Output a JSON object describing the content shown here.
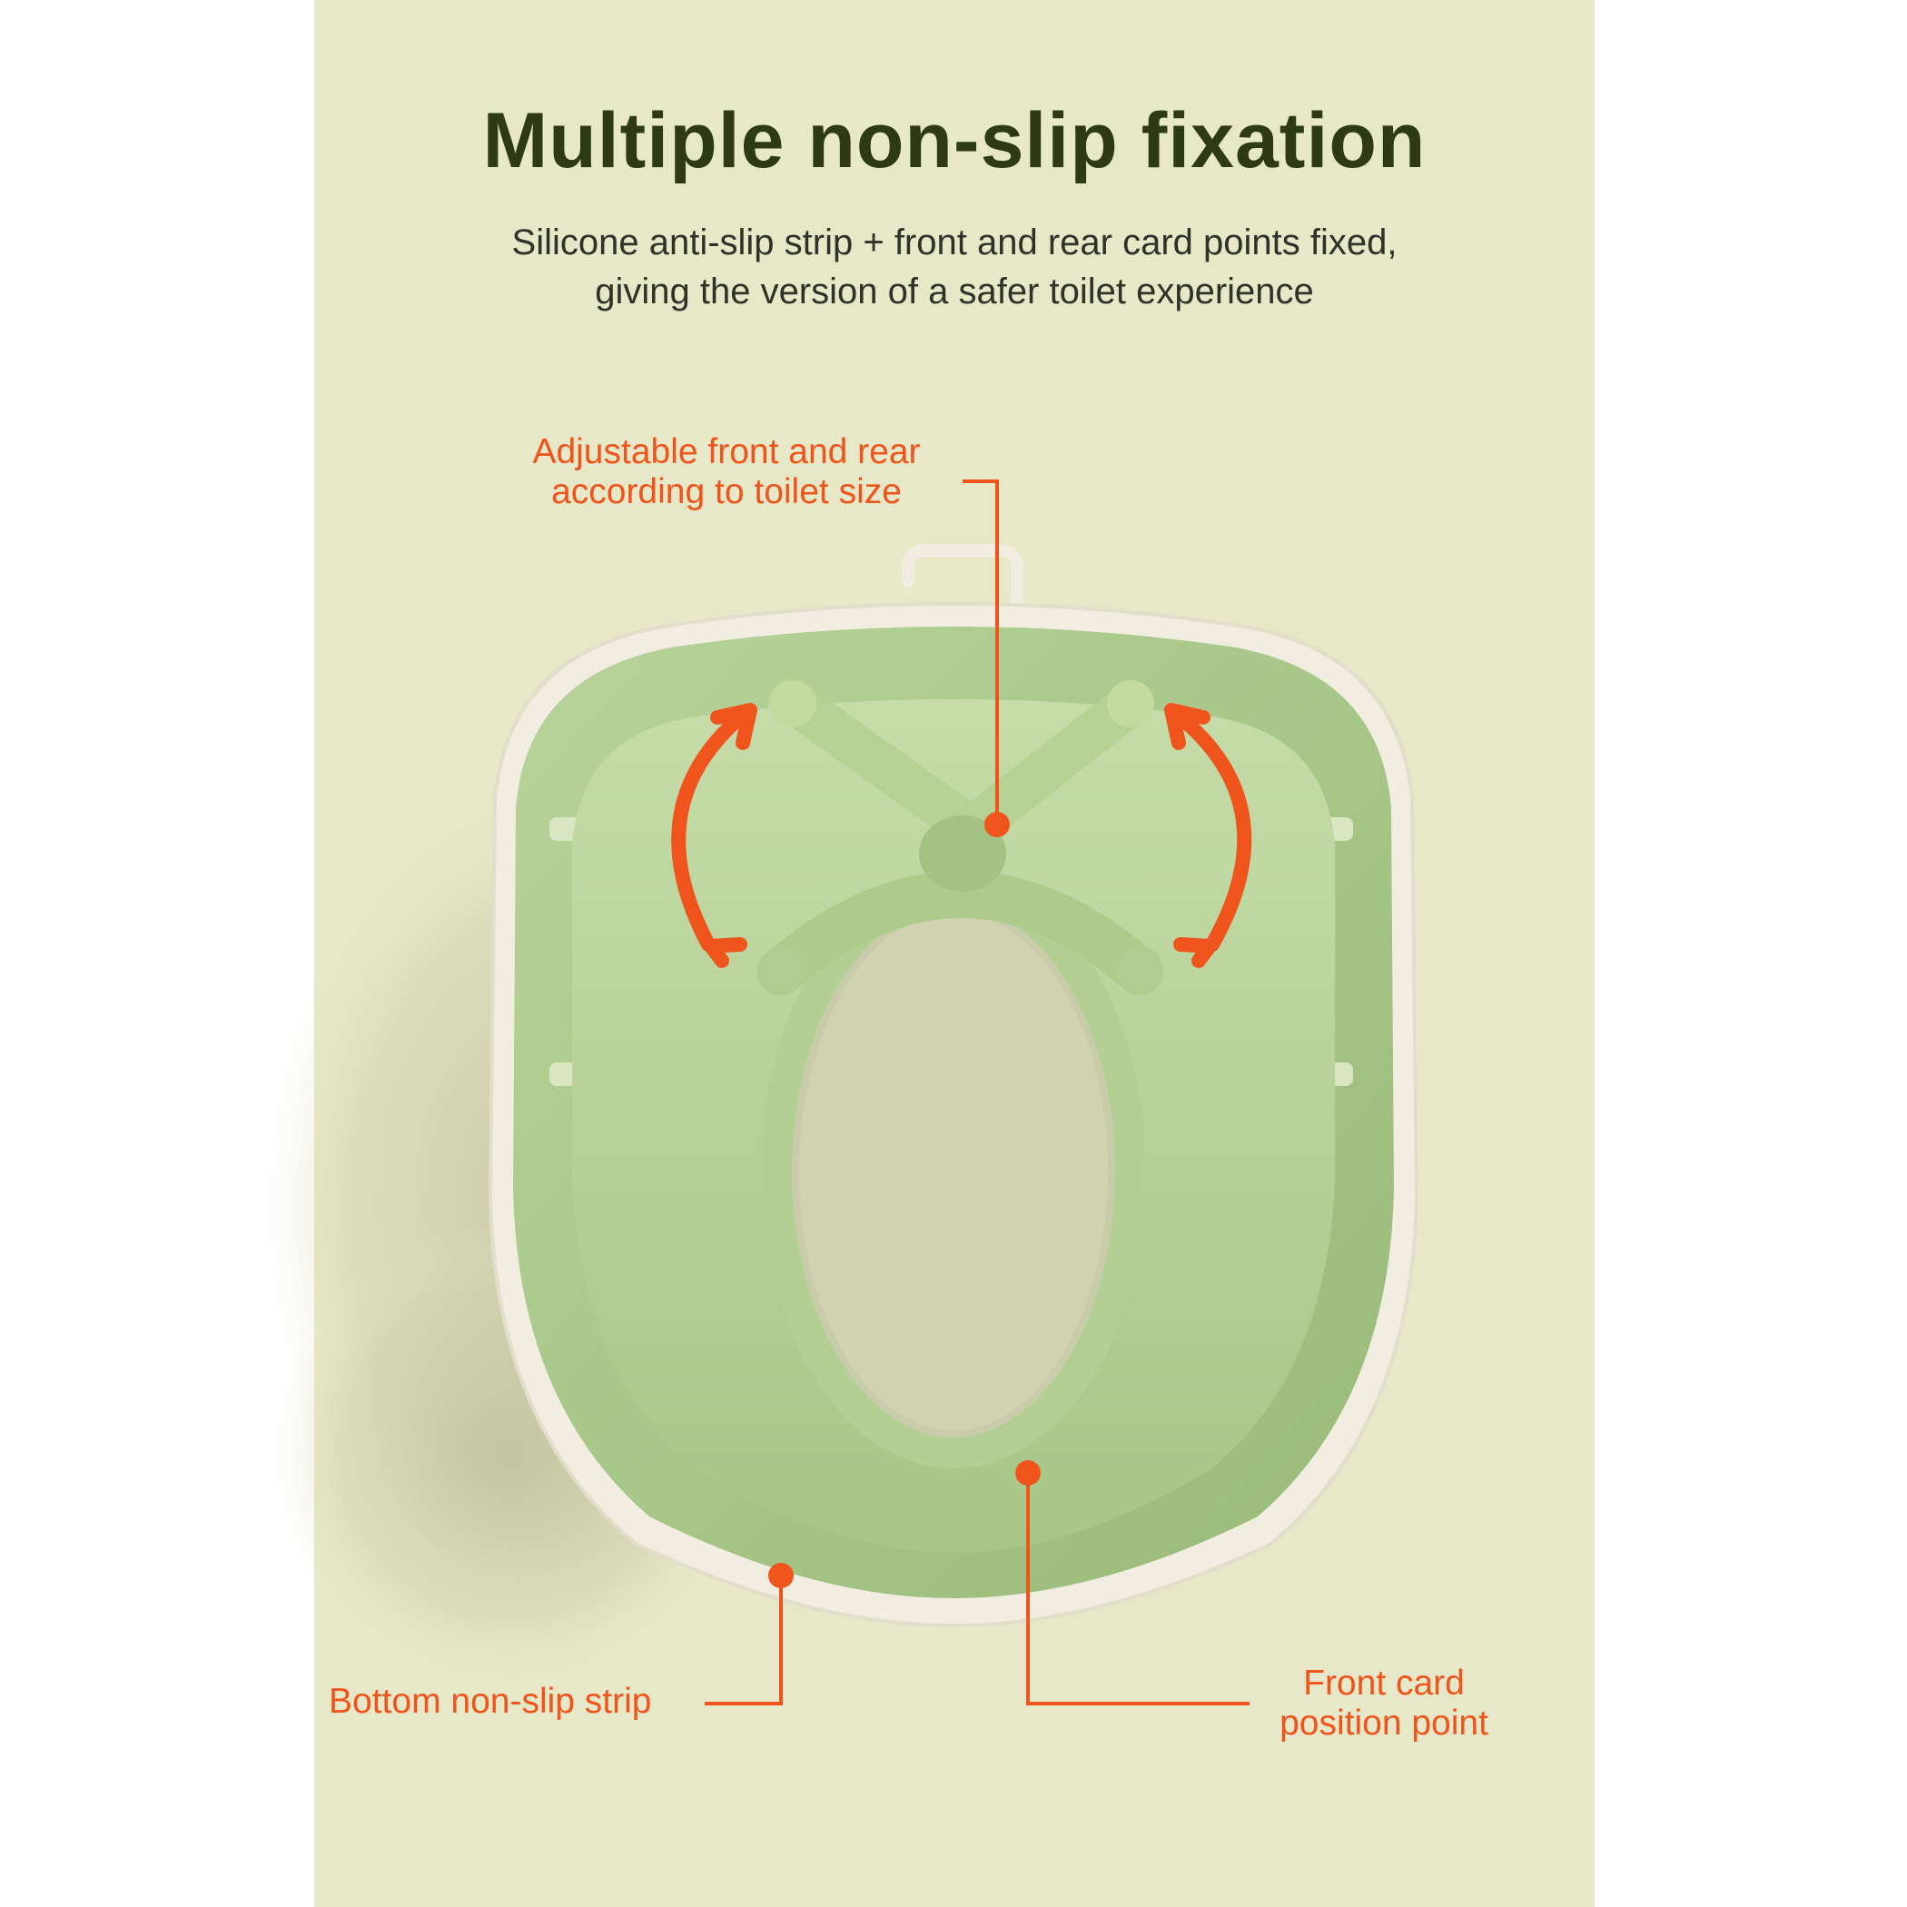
{
  "headline": "Multiple non-slip fixation",
  "subline": [
    "Silicone anti-slip strip + front and rear card points fixed,",
    "giving the version of a safer toilet experience"
  ],
  "callouts": {
    "adjustable": [
      "Adjustable front and rear",
      "according to toilet size"
    ],
    "bottom_strip": "Bottom non-slip strip",
    "front_card": [
      "Front card",
      "position point"
    ]
  },
  "colors": {
    "background": "#e6e8c8",
    "seat_green": "#a9c88a",
    "seat_rim": "#f1eee1",
    "accent_orange": "#f0541d",
    "headline": "#2e3a17"
  }
}
